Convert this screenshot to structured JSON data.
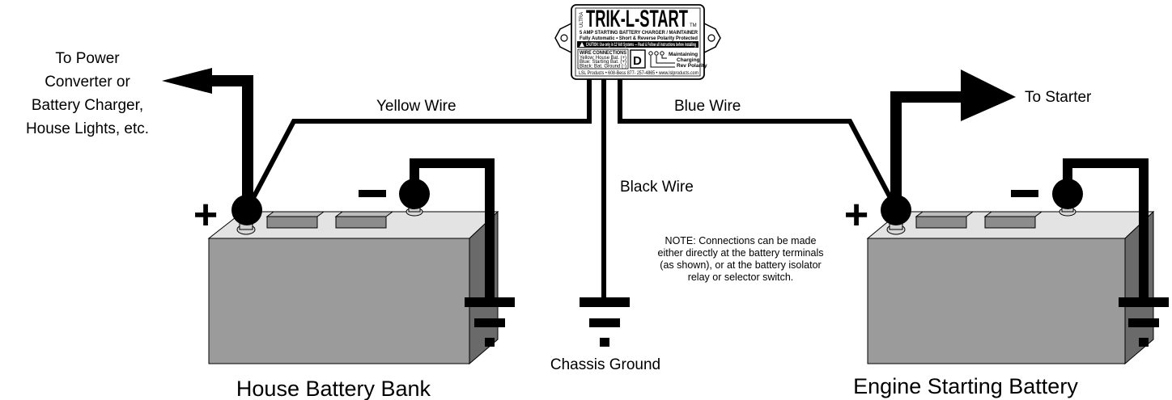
{
  "device": {
    "brand_small": "ULTRA",
    "name": "TRIK-L-START",
    "trademark": "TM",
    "subtitle": "5 AMP STARTING BATTERY CHARGER / MAINTAINER",
    "features": "Fully Automatic  •  Short  & Reverse Polarity Protected",
    "warning": "CAUTION: Use only in 12 Volt Systems — Read & Follow all instructions before installing",
    "connections_heading": "WIRE CONNECTIONS",
    "connection_yellow": "Yellow: House Bat. (+)",
    "connection_blue": "Blue: Starting Bat. (+)",
    "connection_black": "Black: Bat. Ground (-)",
    "d_label": "D",
    "status_maintaining": "Maintaining",
    "status_charging": "Charging",
    "status_reverse": "Rev Polarity",
    "footer": "LSL Products • 608-Bess 877- 257-4865 • www.lslproducts.com"
  },
  "wires": {
    "yellow": "Yellow Wire",
    "blue": "Blue Wire",
    "black": "Black Wire"
  },
  "destinations": {
    "left_line1": "To Power",
    "left_line2": "Converter or",
    "left_line3": "Battery Charger,",
    "left_line4": "House Lights, etc.",
    "right": "To Starter"
  },
  "terminals": {
    "plus": "+",
    "minus": "–"
  },
  "note": {
    "line1": "NOTE: Connections can be made",
    "line2": "either directly at the battery terminals",
    "line3": "(as shown), or at the battery isolator",
    "line4": "relay or selector switch."
  },
  "chassis_ground": "Chassis Ground",
  "batteries": {
    "house": "House Battery Bank",
    "engine": "Engine Starting Battery"
  },
  "colors": {
    "battery_front": "#9b9b9b",
    "battery_side": "#6a6a6a",
    "battery_top": "#e3e3e3",
    "wire": "#000000"
  }
}
